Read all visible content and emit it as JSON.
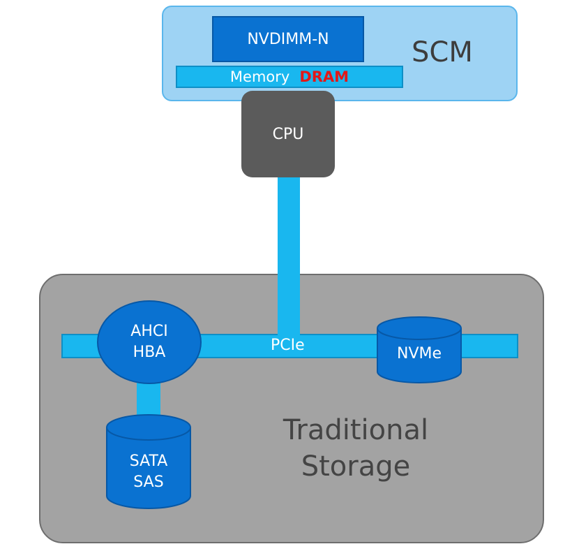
{
  "scm": {
    "title": "SCM",
    "nvdimm_label": "NVDIMM-N",
    "memory_label": "Memory",
    "dram_label": "DRAM"
  },
  "cpu": {
    "label": "CPU"
  },
  "storage": {
    "title_line1": "Traditional",
    "title_line2": "Storage",
    "bus_label": "PCIe",
    "hba_line1": "AHCI",
    "hba_line2": "HBA",
    "nvme_label": "NVMe",
    "disk_line1": "SATA",
    "disk_line2": "SAS"
  },
  "colors": {
    "scm_panel": "#9ed3f4",
    "device_blue": "#0a72d1",
    "bus_cyan": "#19b7ef",
    "cpu_gray": "#5b5b5b",
    "storage_panel": "#a3a3a3",
    "dram_red": "#e31818"
  }
}
